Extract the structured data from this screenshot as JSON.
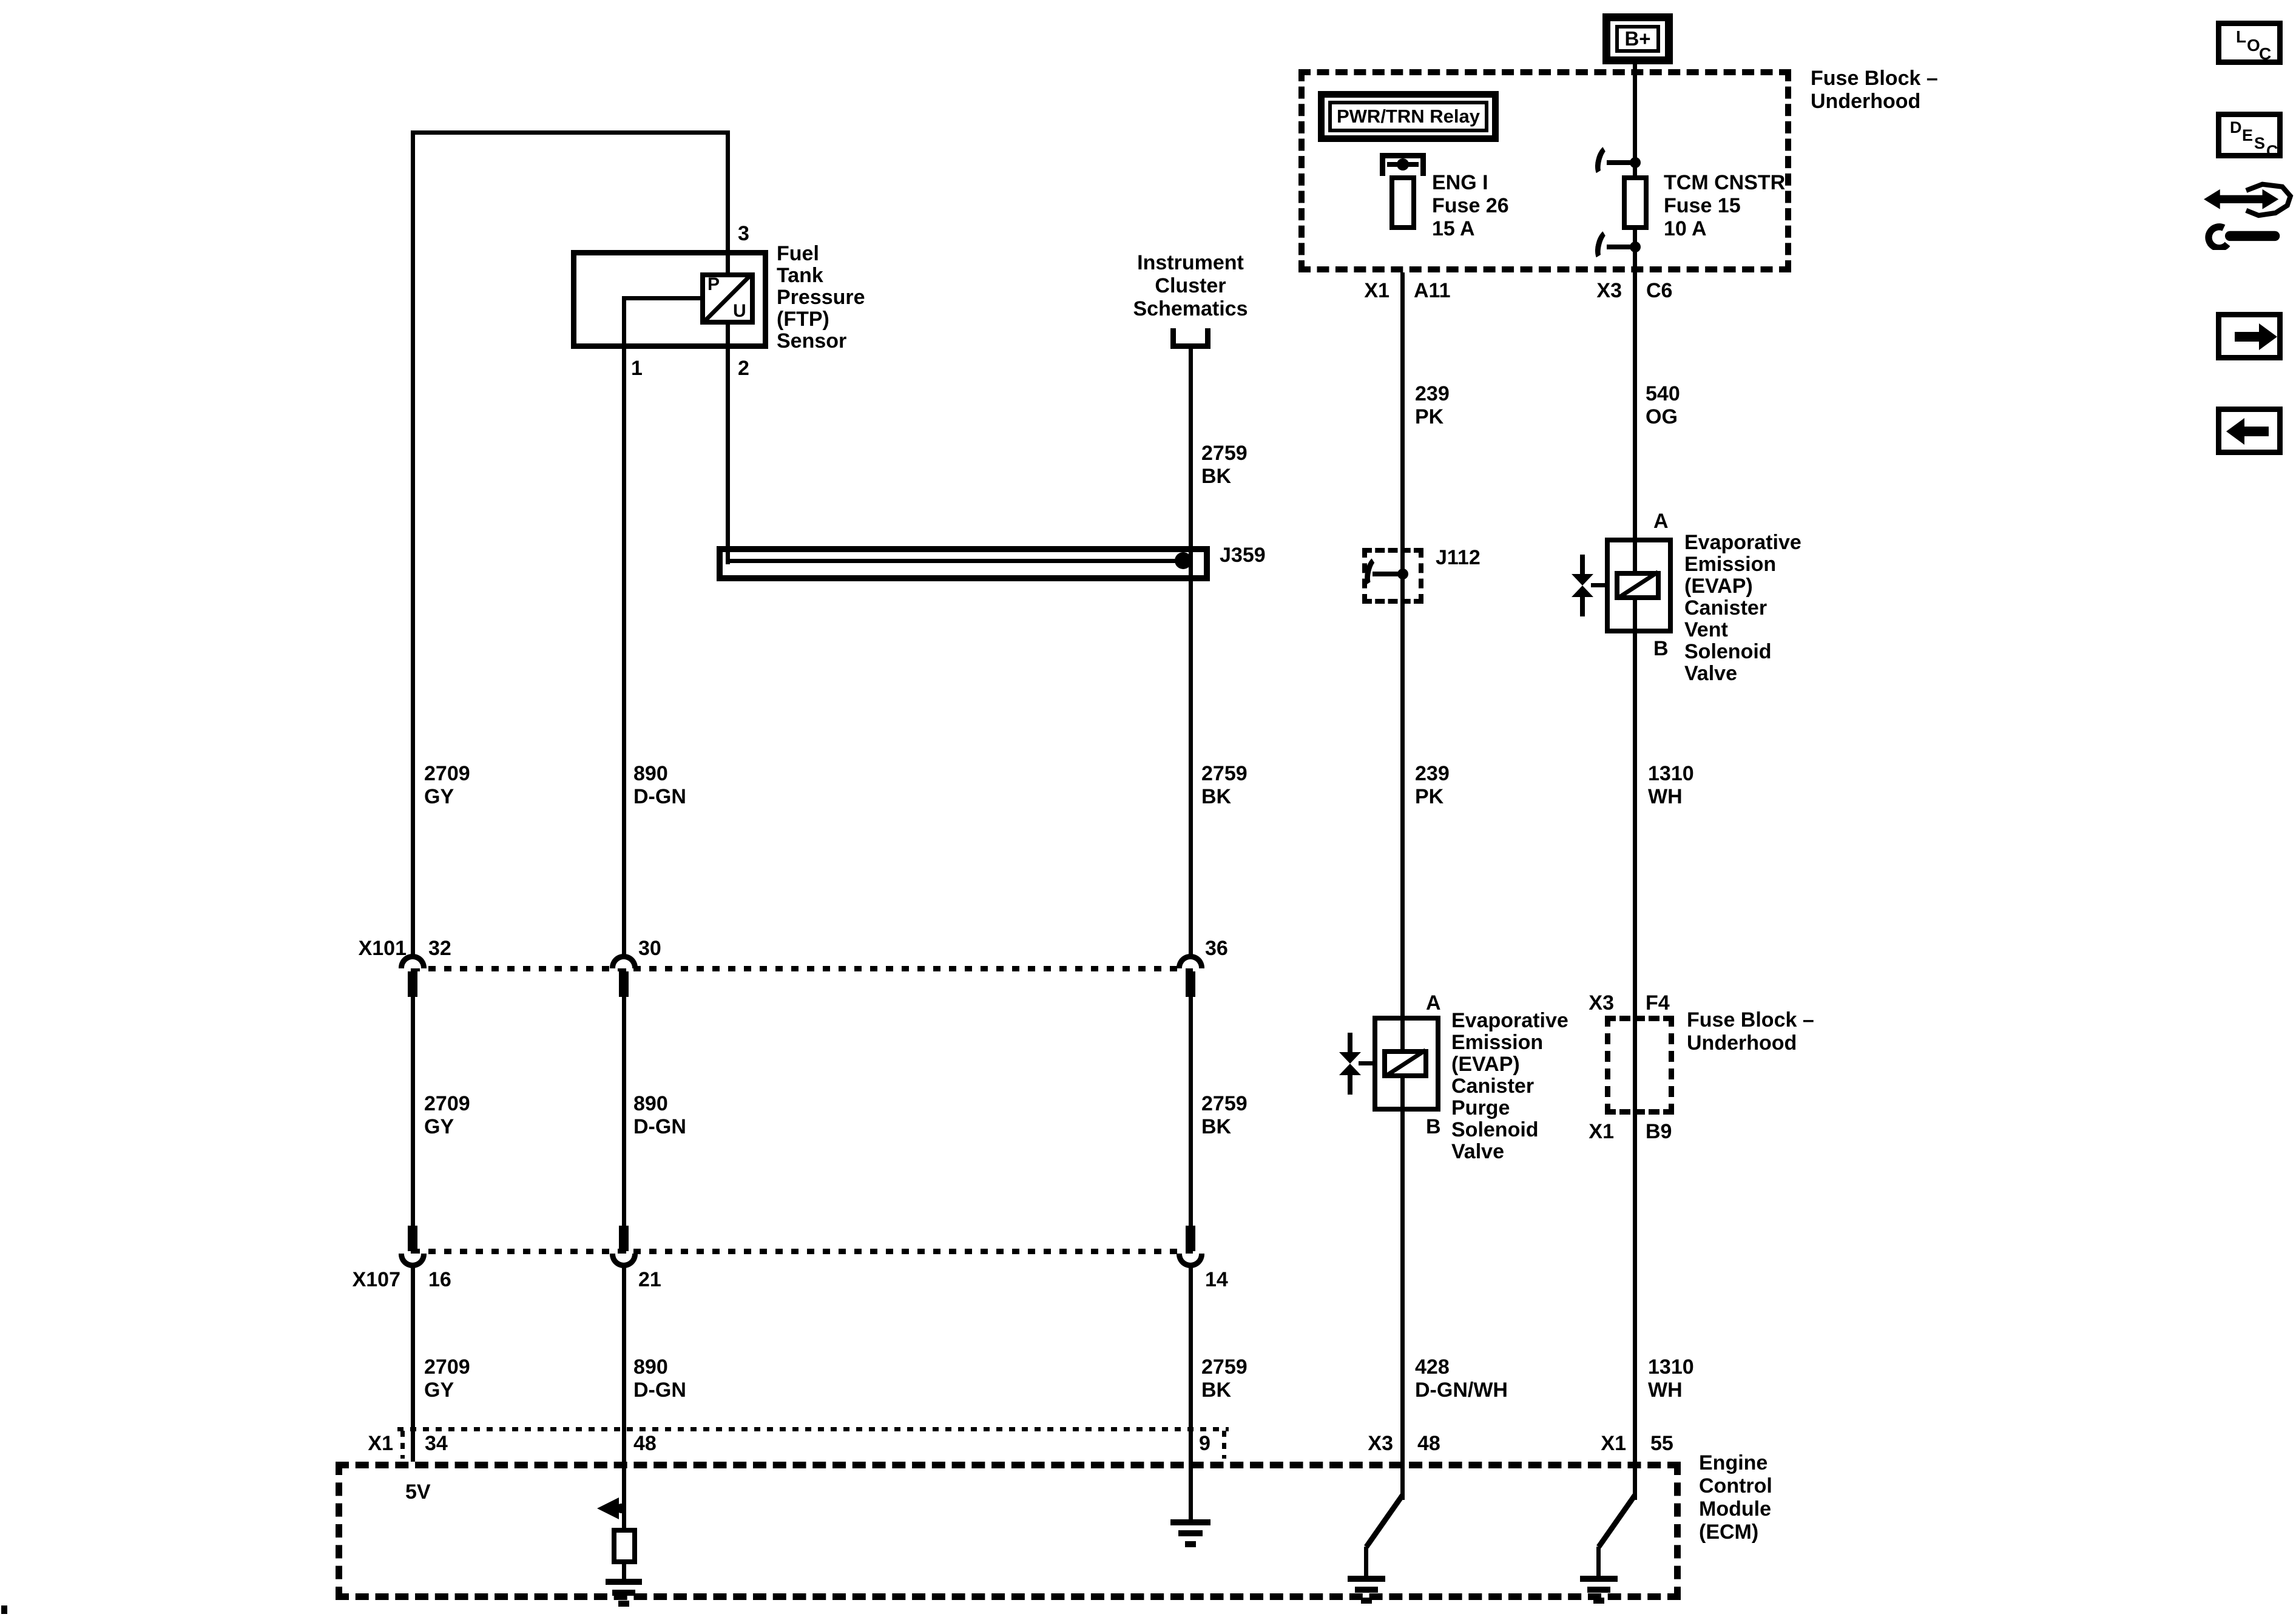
{
  "colors": {
    "ink": "#000000",
    "paper": "#ffffff"
  },
  "power": {
    "b_plus": "B+"
  },
  "fuse_block_top": {
    "title": "Fuse Block –\nUnderhood",
    "relay_label": "PWR/TRN Relay",
    "eng_fuse": "ENG I\nFuse 26\n15 A",
    "tcm_fuse": "TCM CNSTR\nFuse 15\n10 A",
    "pin_x1": "X1",
    "pin_a11": "A11",
    "pin_x3": "X3",
    "pin_c6": "C6"
  },
  "ftp_sensor": {
    "title": "Fuel\nTank\nPressure\n(FTP)\nSensor",
    "pin_3": "3",
    "pin_1": "1",
    "pin_2": "2",
    "sym_p": "P",
    "sym_u": "U"
  },
  "instrument_cluster": {
    "title": "Instrument\nCluster\nSchematics"
  },
  "splices": {
    "j359": "J359",
    "j112": "J112"
  },
  "vent_valve": {
    "title": "Evaporative\nEmission\n(EVAP)\nCanister\nVent\nSolenoid\nValve",
    "pin_a": "A",
    "pin_b": "B"
  },
  "purge_valve": {
    "title": "Evaporative\nEmission\n(EVAP)\nCanister\nPurge\nSolenoid\nValve",
    "pin_a": "A",
    "pin_b": "B"
  },
  "fuse_block_mid": {
    "title": "Fuse Block –\nUnderhood",
    "pin_x3": "X3",
    "pin_f4": "F4",
    "pin_x1": "X1",
    "pin_b9": "B9"
  },
  "inline_connectors": {
    "x101": {
      "name": "X101",
      "pin_left": "32",
      "pin_mid": "30",
      "pin_right": "36"
    },
    "x107": {
      "name": "X107",
      "pin_left": "16",
      "pin_mid": "21",
      "pin_right": "14"
    }
  },
  "ecm": {
    "title": "Engine\nControl\nModule\n(ECM)",
    "ref_5v": "5V",
    "pin_x1": "X1",
    "pin_34": "34",
    "pin_48": "48",
    "pin_9": "9",
    "pin_x3_right": "X3",
    "pin_48_right": "48",
    "pin_x1_right": "X1",
    "pin_55": "55"
  },
  "wires": {
    "w2709": "2709\nGY",
    "w890": "890\nD-GN",
    "w2759": "2759\nBK",
    "w239": "239\nPK",
    "w540": "540\nOG",
    "w1310": "1310\nWH",
    "w428": "428\nD-GN/WH"
  },
  "sidebar": {
    "loc": {
      "l1": "L",
      "l2": "O",
      "l3": "C"
    },
    "desc": {
      "l1": "D",
      "l2": "E",
      "l3": "S",
      "l4": "C"
    }
  }
}
